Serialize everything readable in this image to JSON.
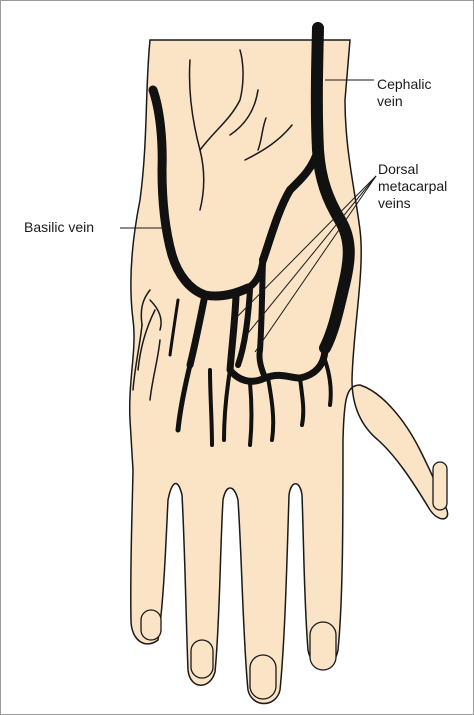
{
  "labels": {
    "cephalic_vein": [
      "Cephalic",
      "vein"
    ],
    "dorsal_metacarpal_veins": [
      "Dorsal",
      "metacarpal",
      "veins"
    ],
    "basilic_vein": [
      "Basilic vein"
    ]
  },
  "colors": {
    "skin": "#fbe3c5",
    "vein": "#111111",
    "outline": "#1a1a1a",
    "nail": "#fbe3c5"
  }
}
